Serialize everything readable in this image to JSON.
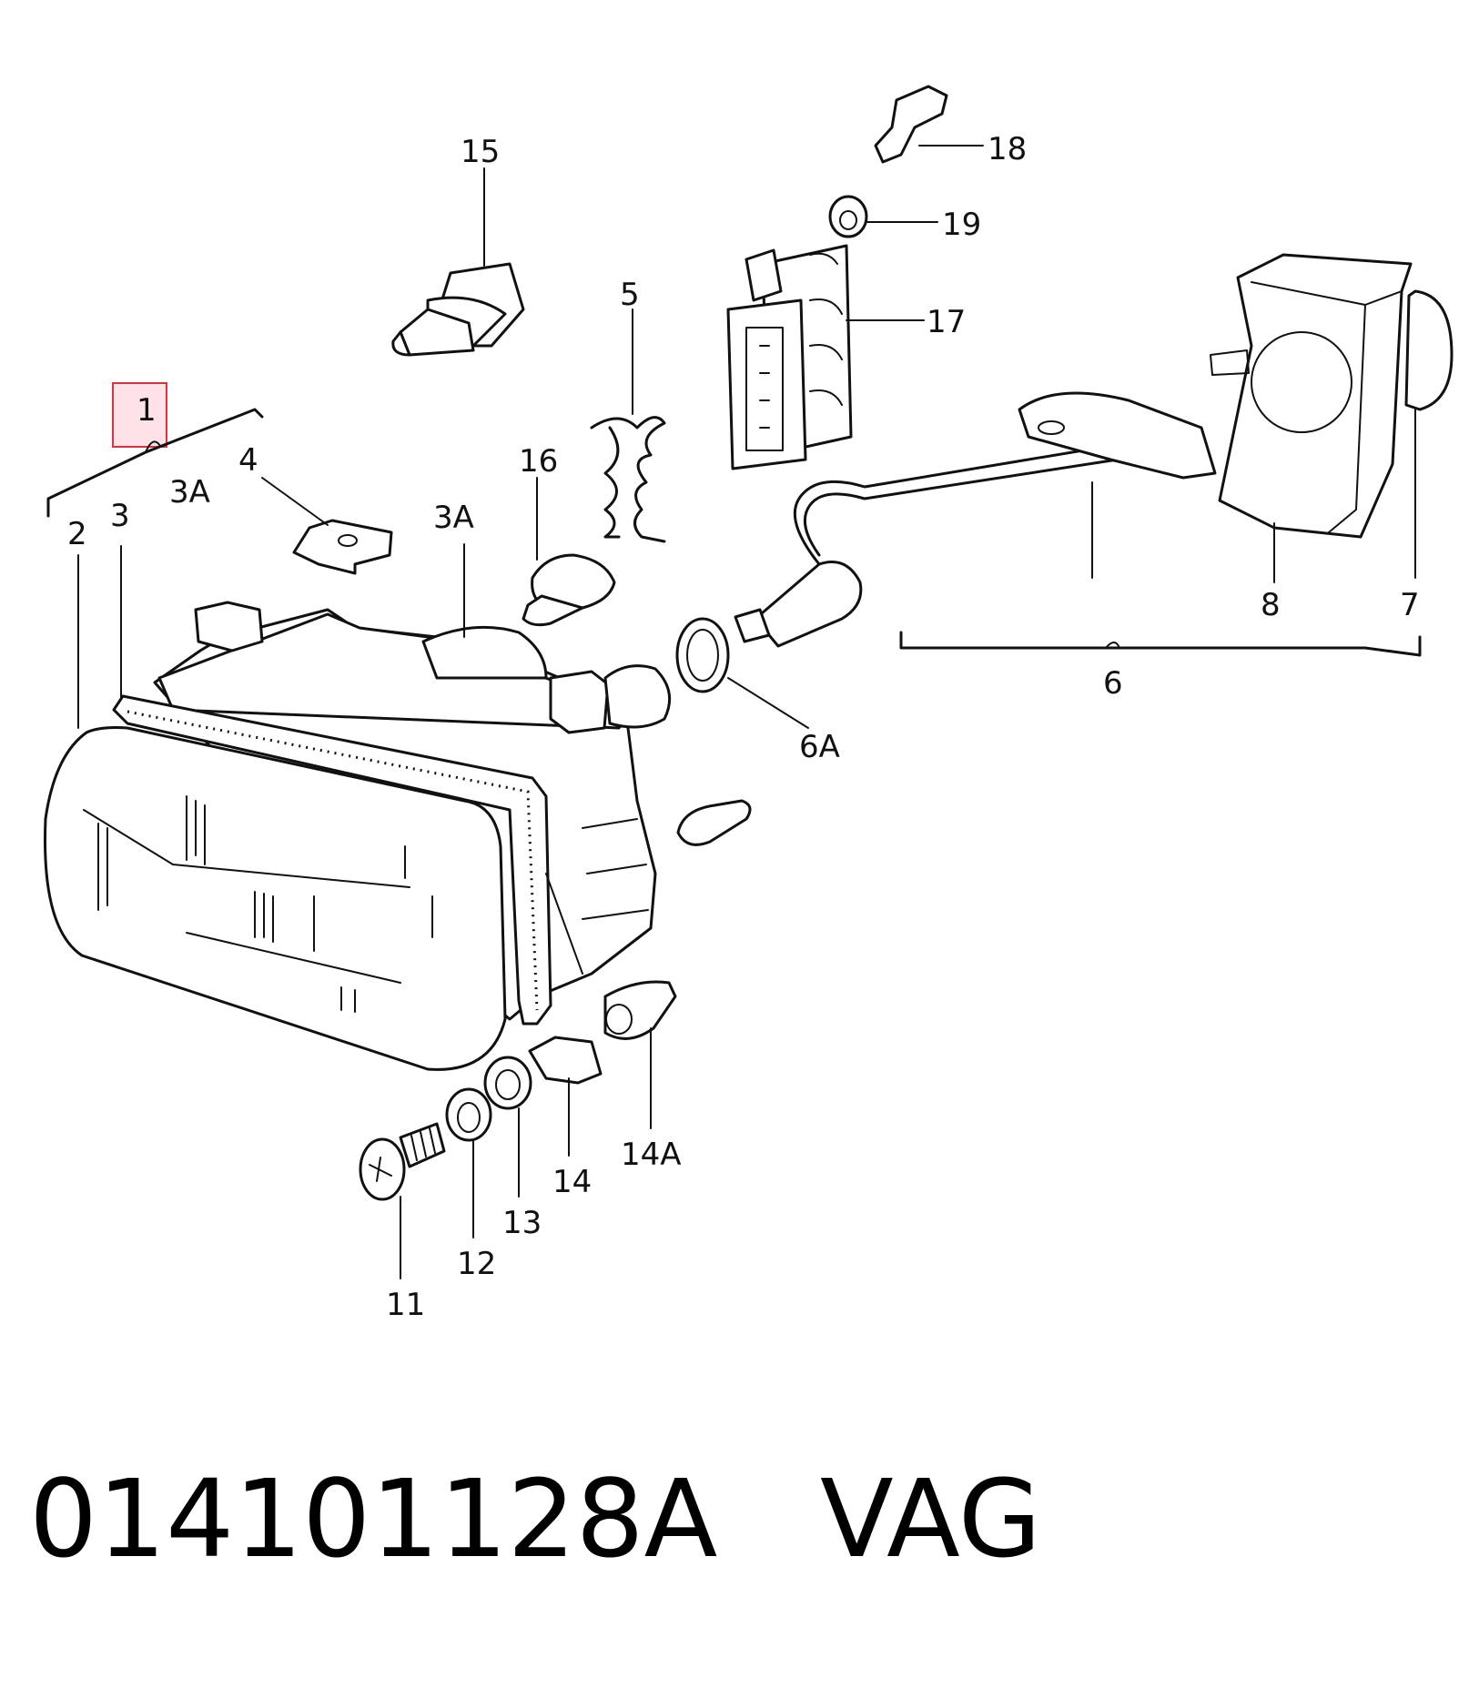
{
  "diagram": {
    "type": "exploded parts diagram",
    "callouts": {
      "p1": "1",
      "p2": "2",
      "p3": "3",
      "p3a_left": "3A",
      "p3a_right": "3A",
      "p4": "4",
      "p5": "5",
      "p6": "6",
      "p6a": "6A",
      "p7": "7",
      "p8": "8",
      "p11": "11",
      "p12": "12",
      "p13": "13",
      "p14": "14",
      "p14a": "14A",
      "p15": "15",
      "p16": "16",
      "p17": "17",
      "p18": "18",
      "p19": "19"
    },
    "highlighted_callout": "1",
    "highlight_color": "#e0303c"
  },
  "footer": {
    "part_number": "014101128A",
    "brand": "VAG"
  }
}
